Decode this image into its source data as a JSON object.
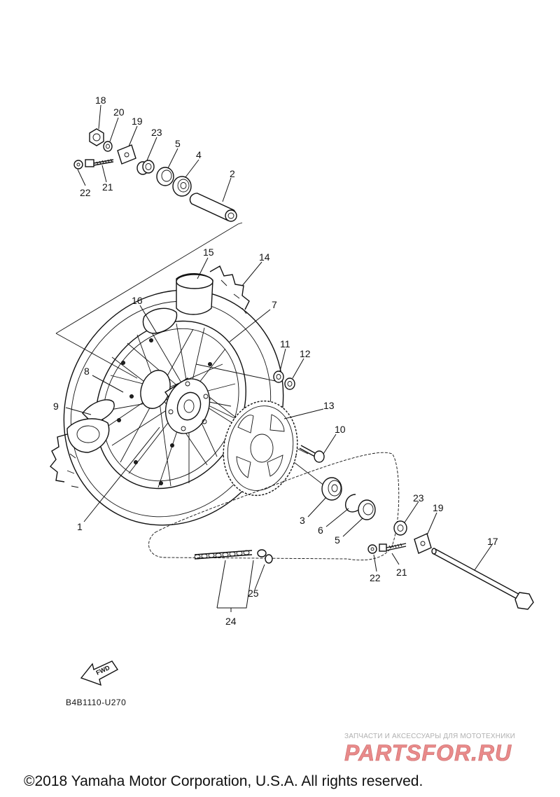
{
  "callouts": {
    "c1": "1",
    "c2": "2",
    "c3": "3",
    "c4_top": "4",
    "c5_top": "5",
    "c5_bottom": "5",
    "c6": "6",
    "c7": "7",
    "c8": "8",
    "c9": "9",
    "c10": "10",
    "c11": "11",
    "c12": "12",
    "c13": "13",
    "c14": "14",
    "c15": "15",
    "c16": "16",
    "c17": "17",
    "c18": "18",
    "c19_top": "19",
    "c19_bottom": "19",
    "c20": "20",
    "c21_top": "21",
    "c21_bottom": "21",
    "c22_top": "22",
    "c22_bottom": "22",
    "c23_top": "23",
    "c23_bottom": "23",
    "c24": "24",
    "c25": "25"
  },
  "fwd_label": "FWD",
  "diagram_code": "B4B1110-U270",
  "watermark": {
    "tagline": "ЗАПЧАСТИ И АКСЕССУАРЫ ДЛЯ МОТОТЕХНИКИ",
    "logo_text": "PARTSFOR.RU",
    "logo_color": "#e98a8a"
  },
  "copyright": "©2018 Yamaha Motor Corporation, U.S.A. All rights reserved."
}
